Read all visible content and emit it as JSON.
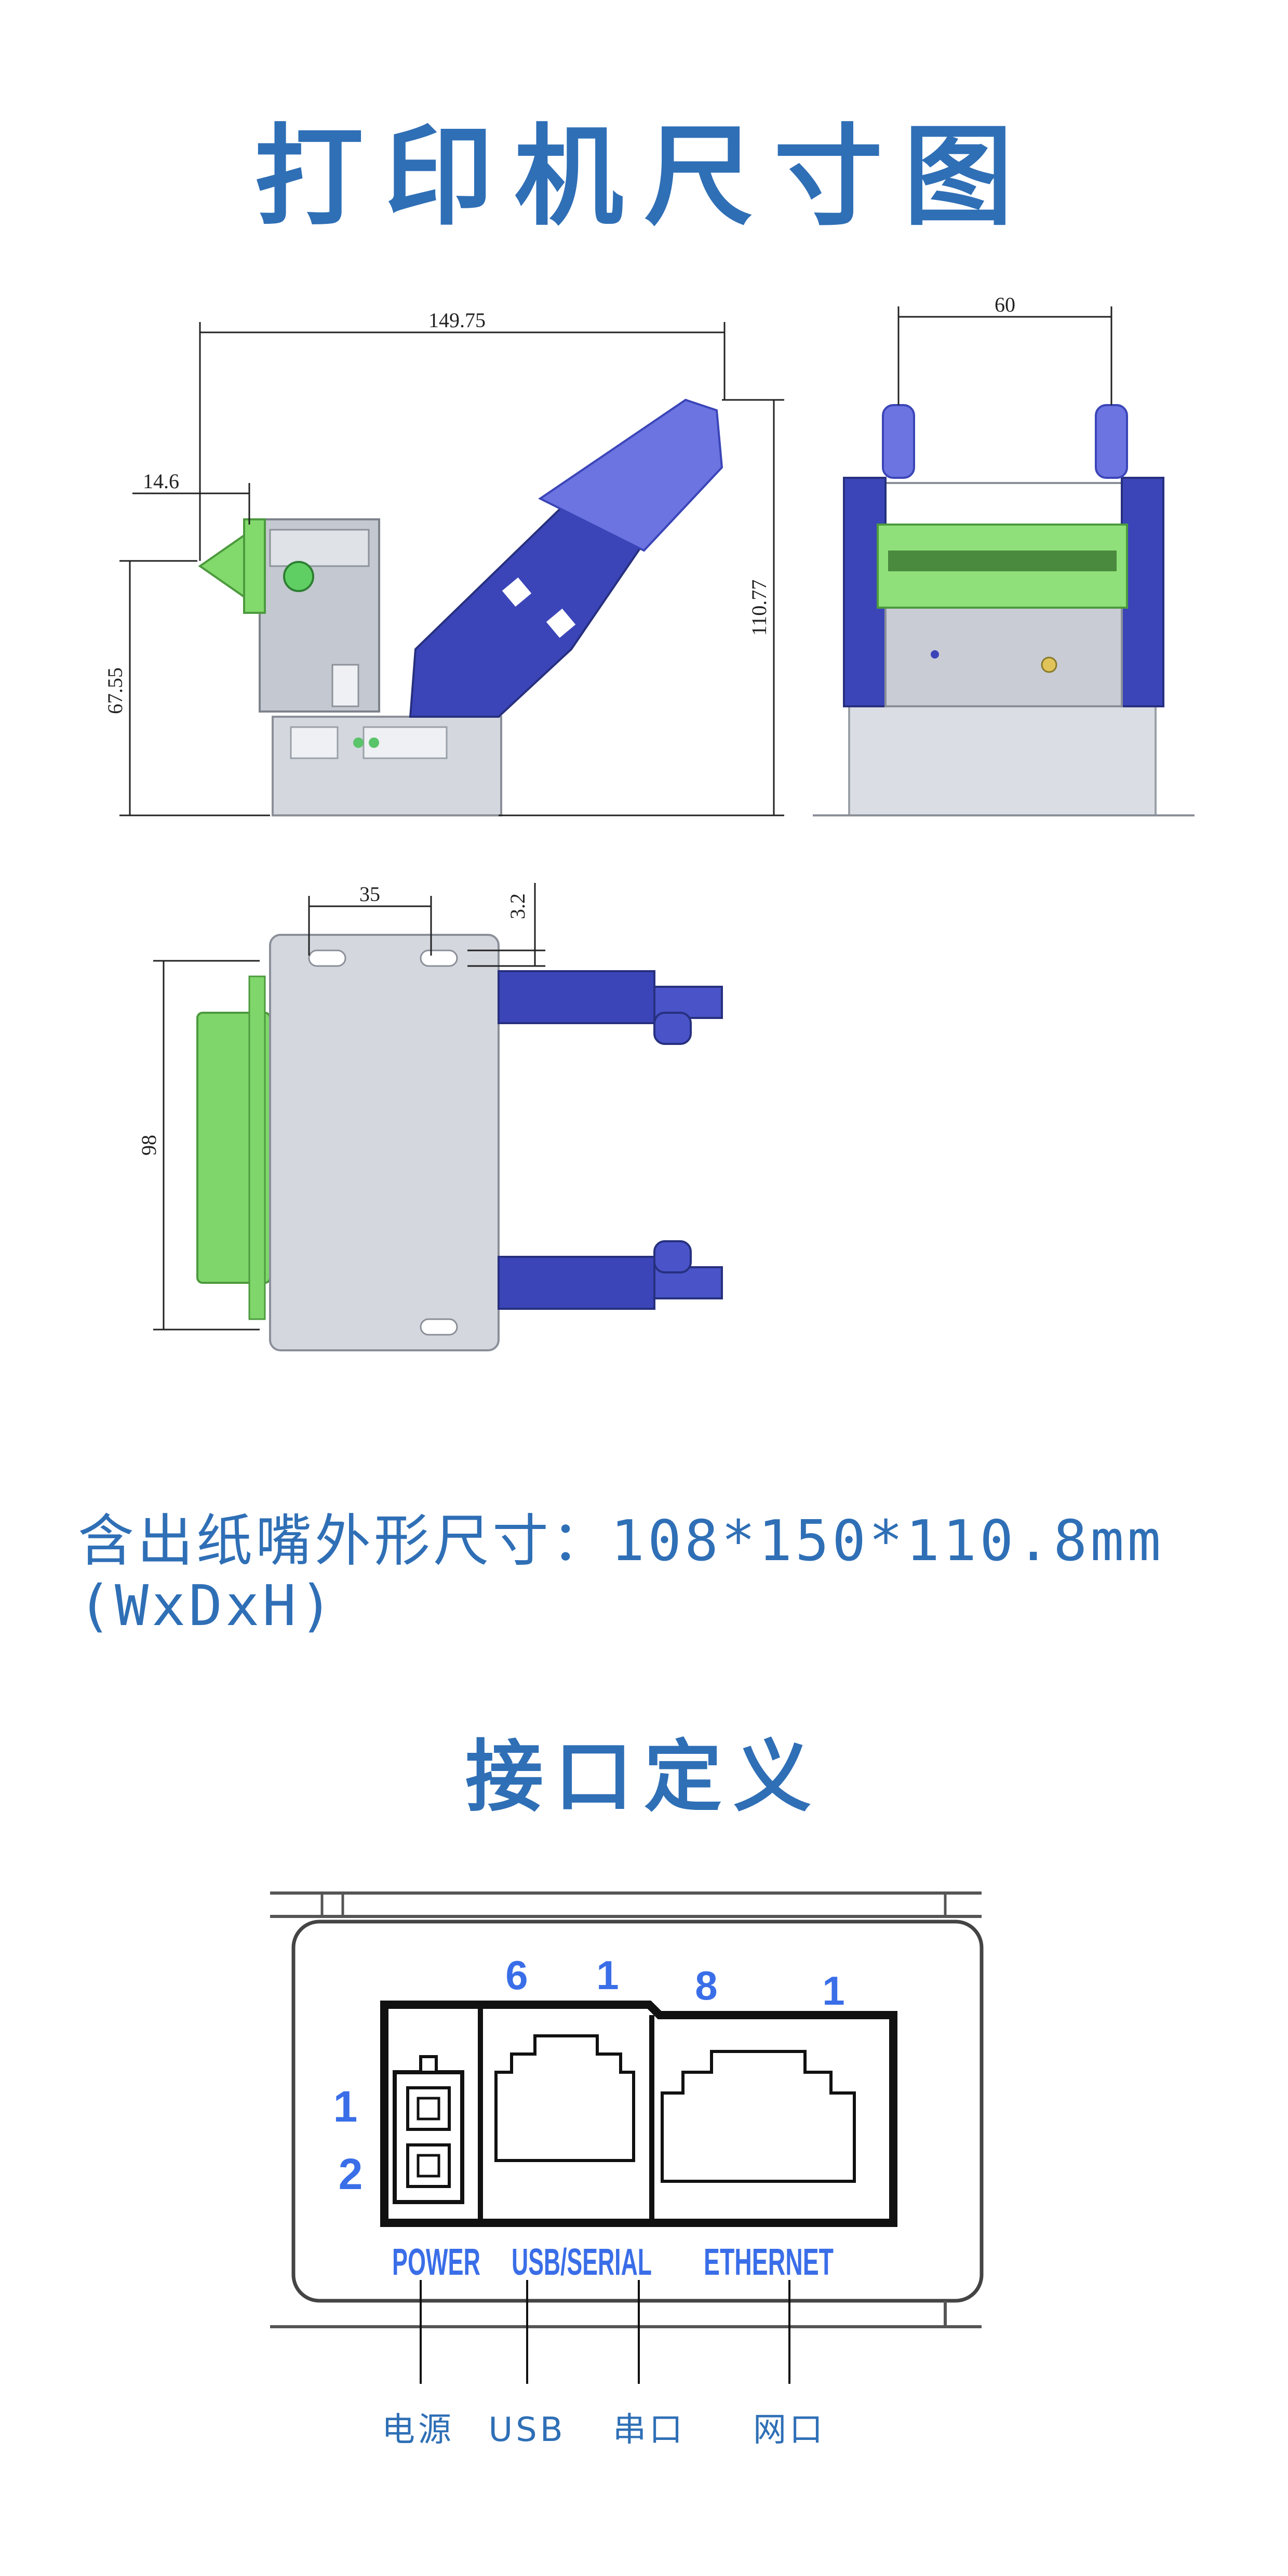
{
  "title_dimensions": "打印机尺寸图",
  "dimensions": {
    "side_width": "149.75",
    "nozzle_depth": "14.6",
    "body_height": "67.55",
    "total_height": "110.77",
    "front_width": "60",
    "hole_spacing": "35",
    "hole_offset": "3.2",
    "bottom_width": "98"
  },
  "spec_line1": "含出纸嘴外形尺寸：108*150*110.8mm",
  "spec_line2": "(WxDxH)",
  "title_interface": "接口定义",
  "interface": {
    "pin_6": "6",
    "pin_1a": "1",
    "pin_8": "8",
    "pin_1b": "1",
    "pow_1": "1",
    "pow_2": "2",
    "port_power": "POWER",
    "port_usb_serial": "USB/SERIAL",
    "port_ethernet": "ETHERNET",
    "label_power": "电源",
    "label_usb": "USB",
    "label_serial": "串口",
    "label_network": "网口"
  },
  "colors": {
    "title": "#2f6fb6",
    "printer_blue": "#3b45b8",
    "printer_green": "#7fd66b",
    "body_gray": "#c9ccd4",
    "port_text": "#3a6ee8"
  }
}
